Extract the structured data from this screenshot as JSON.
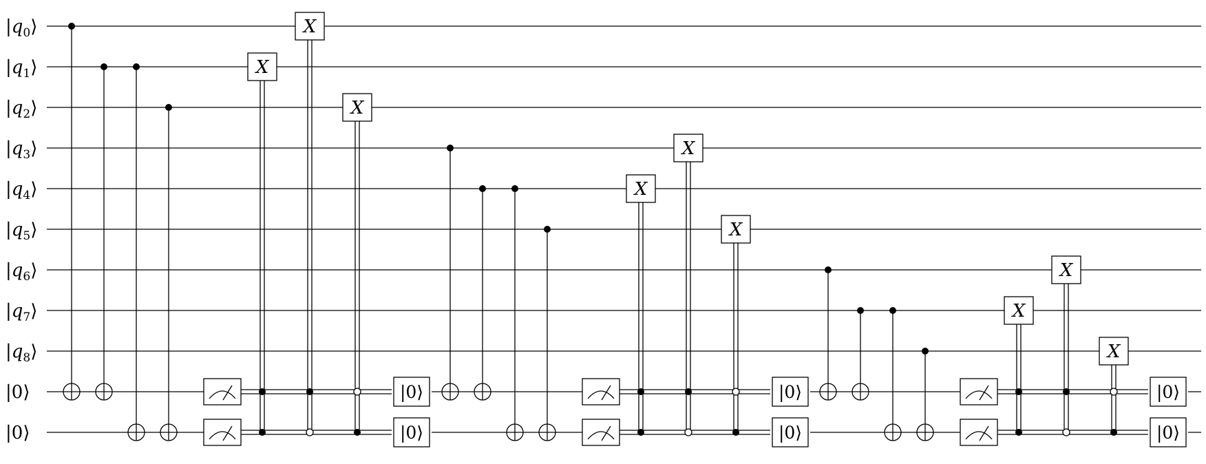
{
  "wire_labels": [
    {
      "ket": "q",
      "sub": "0"
    },
    {
      "ket": "q",
      "sub": "1"
    },
    {
      "ket": "q",
      "sub": "2"
    },
    {
      "ket": "q",
      "sub": "3"
    },
    {
      "ket": "q",
      "sub": "4"
    },
    {
      "ket": "q",
      "sub": "5"
    },
    {
      "ket": "q",
      "sub": "6"
    },
    {
      "ket": "q",
      "sub": "7"
    },
    {
      "ket": "q",
      "sub": "8"
    },
    {
      "ket": "0",
      "sub": ""
    },
    {
      "ket": "0",
      "sub": ""
    }
  ],
  "gate_symbols": {
    "x_gate": "X",
    "reset": "|0⟩",
    "bra_left": "|",
    "bra_right": "⟩"
  },
  "blocks": [
    {
      "cnots": [
        {
          "col": 0,
          "ctrl": 0,
          "target": 9
        },
        {
          "col": 1,
          "ctrl": 1,
          "target": 9
        },
        {
          "col": 2,
          "ctrl": 1,
          "target": 10
        },
        {
          "col": 3,
          "ctrl": 2,
          "target": 10
        }
      ],
      "x_corrections": [
        {
          "col": 5,
          "target": 1,
          "ancilla_controls": [
            "filled",
            "filled"
          ]
        },
        {
          "col": 6,
          "target": 0,
          "ancilla_controls": [
            "filled",
            "open"
          ]
        },
        {
          "col": 7,
          "target": 2,
          "ancilla_controls": [
            "open",
            "filled"
          ]
        }
      ]
    },
    {
      "cnots": [
        {
          "col": 0,
          "ctrl": 3,
          "target": 9
        },
        {
          "col": 1,
          "ctrl": 4,
          "target": 9
        },
        {
          "col": 2,
          "ctrl": 4,
          "target": 10
        },
        {
          "col": 3,
          "ctrl": 5,
          "target": 10
        }
      ],
      "x_corrections": [
        {
          "col": 5,
          "target": 4,
          "ancilla_controls": [
            "filled",
            "filled"
          ]
        },
        {
          "col": 6,
          "target": 3,
          "ancilla_controls": [
            "filled",
            "open"
          ]
        },
        {
          "col": 7,
          "target": 5,
          "ancilla_controls": [
            "open",
            "filled"
          ]
        }
      ]
    },
    {
      "cnots": [
        {
          "col": 0,
          "ctrl": 6,
          "target": 9
        },
        {
          "col": 1,
          "ctrl": 7,
          "target": 9
        },
        {
          "col": 2,
          "ctrl": 7,
          "target": 10
        },
        {
          "col": 3,
          "ctrl": 8,
          "target": 10
        }
      ],
      "x_corrections": [
        {
          "col": 5,
          "target": 7,
          "ancilla_controls": [
            "filled",
            "filled"
          ]
        },
        {
          "col": 6,
          "target": 6,
          "ancilla_controls": [
            "filled",
            "open"
          ]
        },
        {
          "col": 7,
          "target": 8,
          "ancilla_controls": [
            "open",
            "filled"
          ]
        }
      ]
    }
  ]
}
